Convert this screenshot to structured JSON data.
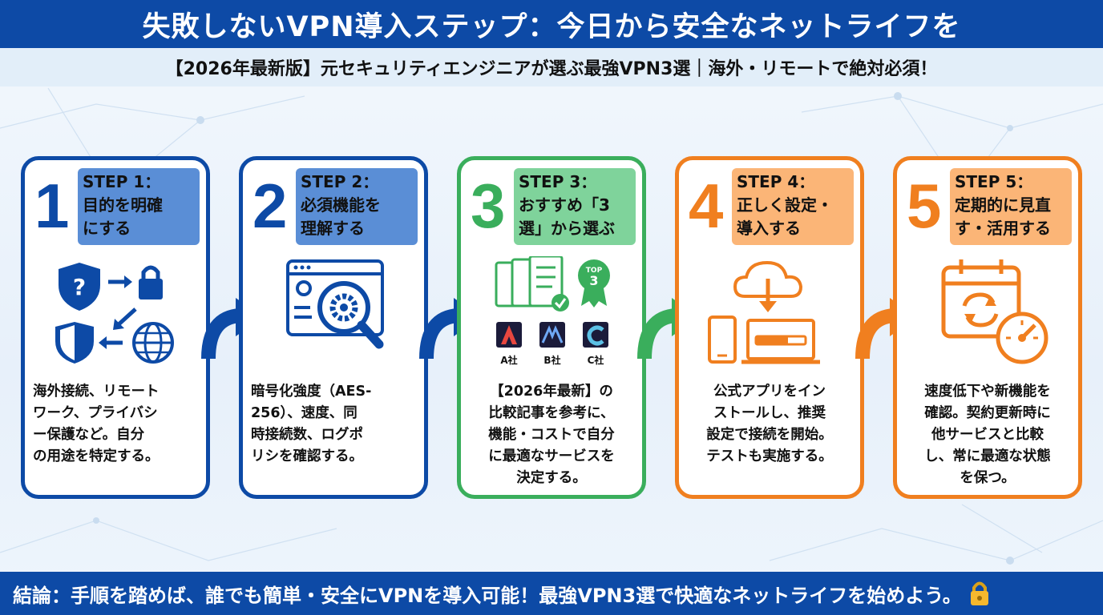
{
  "title": "失敗しないVPN導入ステップ：今日から安全なネットライフを",
  "subtitle": "【2026年最新版】元セキュリティエンジニアが選ぶ最強VPN3選｜海外・リモートで絶対必須！",
  "steps": [
    {
      "number": "1",
      "label": "STEP 1：\n目的を明確\nにする",
      "description": "海外接続、リモート\nワーク、プライバシ\nー保護など。自分\nの用途を特定する。",
      "color": "#0d4aa6",
      "icon": "shield-question-lock-globe-icon"
    },
    {
      "number": "2",
      "label": "STEP 2：\n必須機能を\n理解する",
      "description": "暗号化強度（AES-\n256）、速度、同\n時接続数、ログポ\nリシを確認する。",
      "color": "#0d4aa6",
      "icon": "magnifier-gear-icon"
    },
    {
      "number": "3",
      "label": "STEP 3：\nおすすめ「3\n選」から選ぶ",
      "description": "【2026年最新】の\n比較記事を参考に、\n機能・コストで自分\nに最適なサービスを\n決定する。",
      "color": "#3aae5c",
      "icon": "checklist-top3-icon",
      "badge": "TOP\n3",
      "companies": [
        "A社",
        "B社",
        "C社"
      ]
    },
    {
      "number": "4",
      "label": "STEP 4：\n正しく設定・\n導入する",
      "description": "公式アプリをイン\nストールし、推奨\n設定で接続を開始。\nテストも実施する。",
      "color": "#f07f1f",
      "icon": "cloud-download-devices-icon"
    },
    {
      "number": "5",
      "label": "STEP 5：\n定期的に見直\nす・活用する",
      "description": "速度低下や新機能を\n確認。契約更新時に\n他サービスと比較\nし、常に最適な状態\nを保つ。",
      "color": "#f07f1f",
      "icon": "calendar-refresh-speedometer-icon"
    }
  ],
  "footer": "結論：手順を踏めば、誰でも簡単・安全にVPNを導入可能！最強VPN3選で快適なネットライフを始めよう。",
  "colors": {
    "primary": "#0d4aa6",
    "green": "#3aae5c",
    "orange": "#f07f1f"
  }
}
